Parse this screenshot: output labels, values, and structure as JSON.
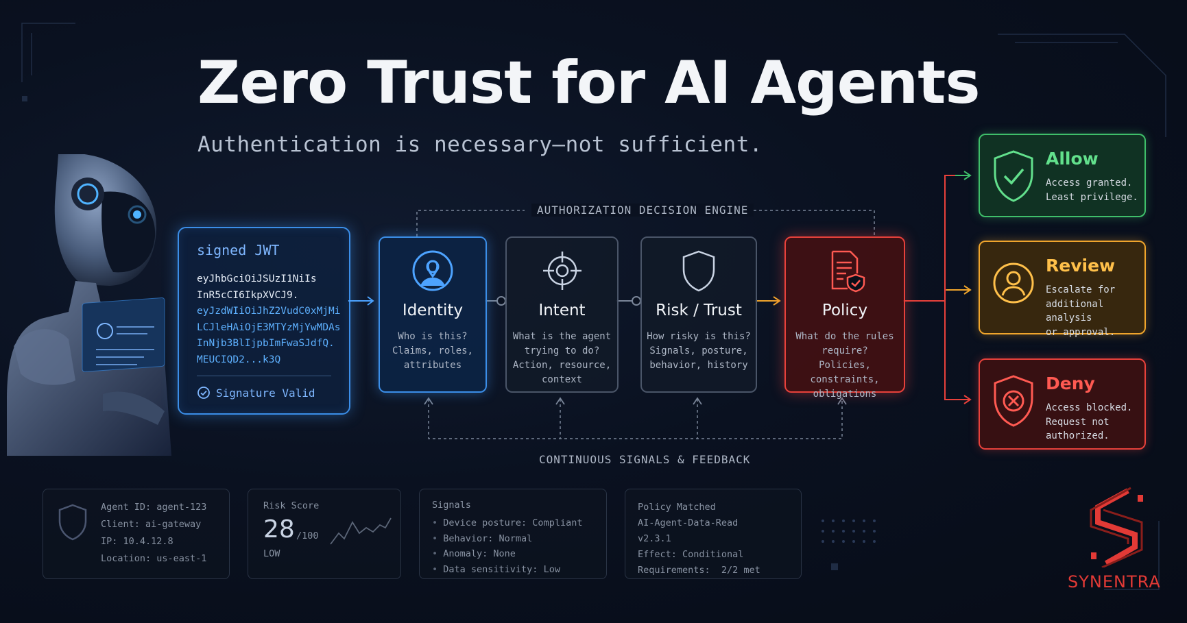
{
  "title": "Zero Trust for AI Agents",
  "subtitle": "Authentication is necessary—not sufficient.",
  "jwt": {
    "title": "signed JWT",
    "lines": [
      "eyJhbGciOiJSUzI1NiIs",
      "InR5cCI6IkpXVCJ9.",
      "eyJzdWIiOiJhZ2VudC0xMjMi",
      "LCJleHAiOjE3MTYzMjYwMDAs",
      "InNjb3BlIjpbImFwaSJdfQ.",
      "MEUCIQD2...k3Q"
    ],
    "status": "Signature Valid"
  },
  "engine_label": "AUTHORIZATION DECISION ENGINE",
  "feedback_label": "CONTINUOUS SIGNALS & FEEDBACK",
  "stages": [
    {
      "name": "Identity",
      "desc": [
        "Who is this?",
        "Claims, roles,",
        "attributes"
      ],
      "icon": "user-pin-icon"
    },
    {
      "name": "Intent",
      "desc": [
        "What is the agent",
        "trying to do?",
        "Action, resource,",
        "context"
      ],
      "icon": "target-icon"
    },
    {
      "name": "Risk / Trust",
      "desc": [
        "How risky is this?",
        "Signals, posture,",
        "behavior, history"
      ],
      "icon": "shield-icon"
    },
    {
      "name": "Policy",
      "desc": [
        "What do the rules",
        "require?",
        "Policies, constraints,",
        "obligations"
      ],
      "icon": "policy-doc-icon"
    }
  ],
  "outcomes": [
    {
      "name": "Allow",
      "desc": [
        "Access granted.",
        "Least privilege."
      ],
      "color": "#3fbf6a",
      "icon": "shield-check-icon"
    },
    {
      "name": "Review",
      "desc": [
        "Escalate for",
        "additional analysis",
        "or approval."
      ],
      "color": "#f0a52c",
      "icon": "user-circle-icon"
    },
    {
      "name": "Deny",
      "desc": [
        "Access blocked.",
        "Request not",
        "authorized."
      ],
      "color": "#e8413b",
      "icon": "shield-x-icon"
    }
  ],
  "agent_panel": {
    "lines": [
      "Agent ID: agent-123",
      "Client: ai-gateway",
      "IP: 10.4.12.8",
      "Location: us-east-1"
    ]
  },
  "risk_panel": {
    "label": "Risk Score",
    "score": "28",
    "max": "/100",
    "level": "LOW"
  },
  "signals_panel": {
    "label": "Signals",
    "items": [
      "Device posture: Compliant",
      "Behavior: Normal",
      "Anomaly: None",
      "Data sensitivity: Low"
    ]
  },
  "policy_panel": {
    "lines": [
      "Policy Matched",
      "AI-Agent-Data-Read",
      "v2.3.1",
      "Effect: Conditional",
      "Requirements:  2/2 met"
    ]
  },
  "brand": "SYNENTRA",
  "colors": {
    "accent_blue": "#3b8ee8",
    "accent_red": "#e8413b",
    "accent_amber": "#f0a52c",
    "accent_green": "#3fbf6a"
  }
}
